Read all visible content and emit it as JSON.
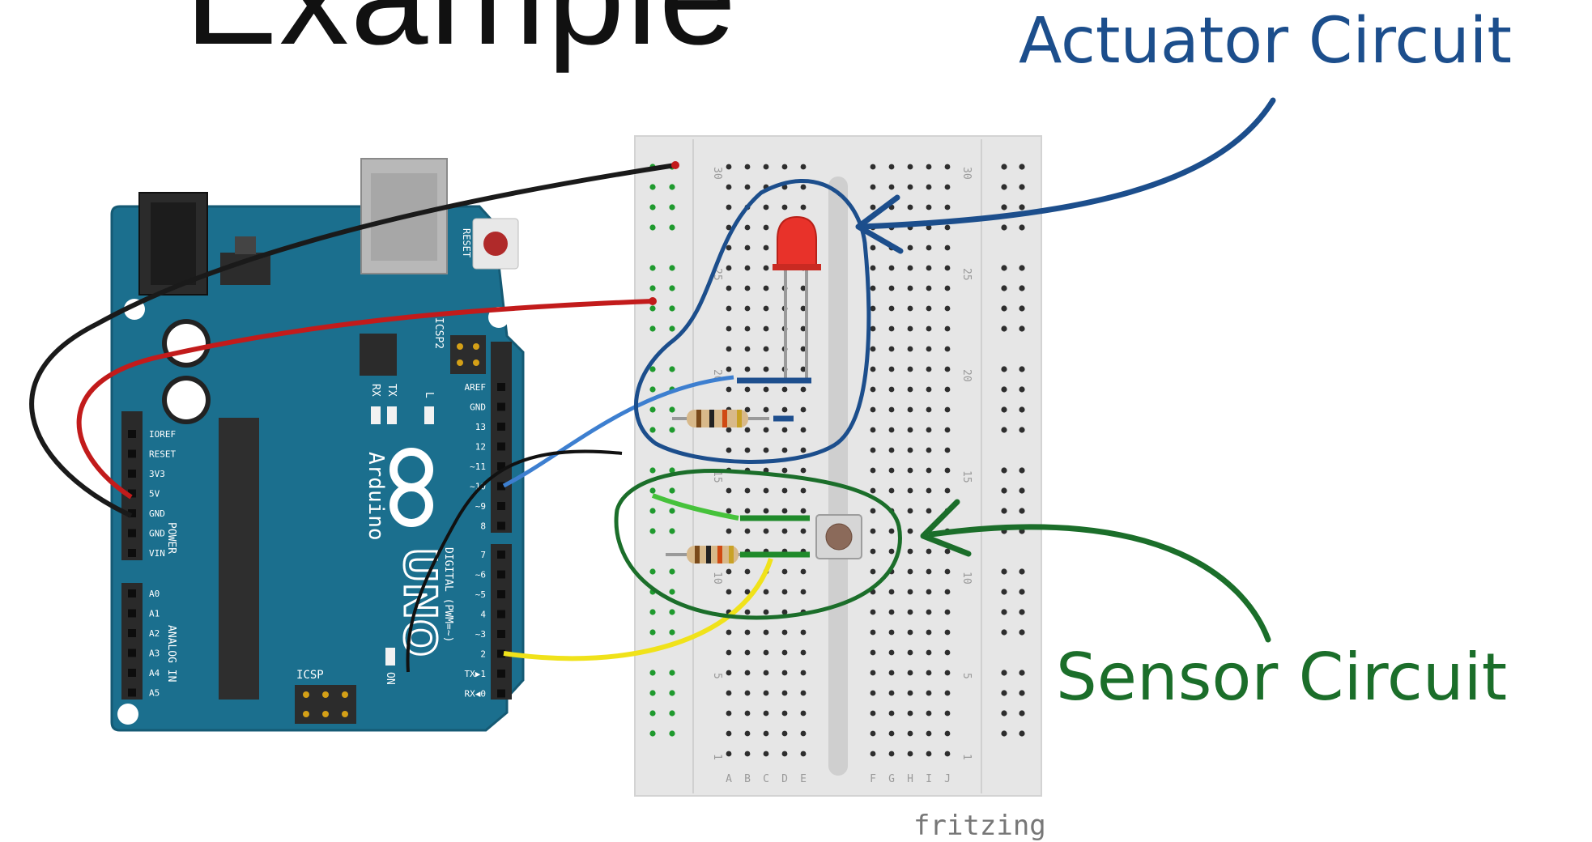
{
  "slide": {
    "title": "Example"
  },
  "callouts": {
    "actuator": "Actuator Circuit",
    "sensor": "Sensor Circuit"
  },
  "credit": "fritzing",
  "arduino": {
    "brand": "Arduino",
    "model": "UNO",
    "labels": {
      "reset": "RESET",
      "icsp2": "ICSP2",
      "icsp": "ICSP",
      "tx": "TX",
      "rx": "RX",
      "l": "L",
      "on": "ON",
      "digital": "DIGITAL (PWM=~)",
      "power": "POWER",
      "analog": "ANALOG IN"
    },
    "power_pins": [
      "IOREF",
      "RESET",
      "3V3",
      "5V",
      "GND",
      "GND",
      "VIN"
    ],
    "analog_pins": [
      "A0",
      "A1",
      "A2",
      "A3",
      "A4",
      "A5"
    ],
    "digital_pins_top": [
      "AREF",
      "GND",
      "13",
      "12",
      "~11",
      "~10",
      "~9",
      "8"
    ],
    "digital_pins_bottom": [
      "7",
      "~6",
      "~5",
      "4",
      "~3",
      "2",
      "TX▶1",
      "RX◀0"
    ]
  },
  "breadboard": {
    "row_numbers": [
      "30",
      "25",
      "20",
      "15",
      "10",
      "5",
      "1"
    ],
    "col_letters_left": [
      "A",
      "B",
      "C",
      "D",
      "E"
    ],
    "col_letters_right": [
      "F",
      "G",
      "H",
      "I",
      "J"
    ]
  },
  "colors": {
    "actuator": "#1c4e8c",
    "sensor": "#1b6e2a",
    "board": "#1b6f8e",
    "breadboard": "#e4e4e4"
  }
}
